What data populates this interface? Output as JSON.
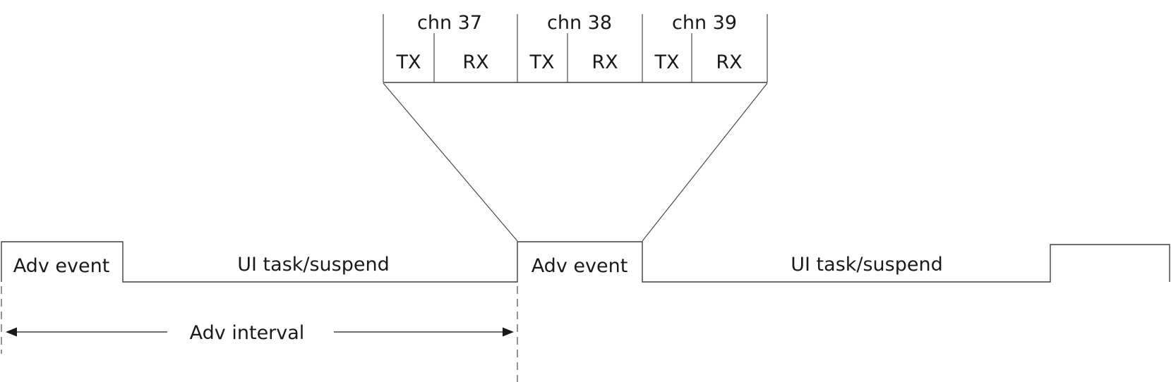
{
  "detail": {
    "channels": [
      {
        "name": "chn 37",
        "tx": "TX",
        "rx": "RX"
      },
      {
        "name": "chn 38",
        "tx": "TX",
        "rx": "RX"
      },
      {
        "name": "chn 39",
        "tx": "TX",
        "rx": "RX"
      }
    ]
  },
  "timeline": {
    "events": [
      {
        "label": "Adv event"
      },
      {
        "label": "UI task/suspend"
      },
      {
        "label": "Adv event"
      },
      {
        "label": "UI task/suspend"
      }
    ],
    "interval_label": "Adv interval"
  },
  "colors": {
    "line": "#3f3f3f",
    "dashed_line": "#595959",
    "text": "#1a1a1a",
    "background": "#ffffff"
  }
}
